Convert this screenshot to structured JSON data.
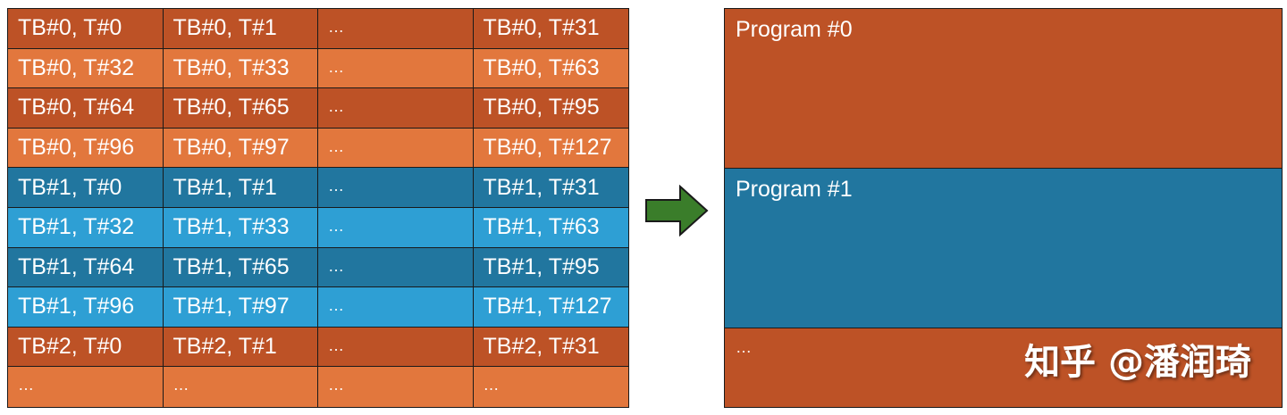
{
  "colors": {
    "dark_orange": "#bd5226",
    "light_orange": "#e2773d",
    "dark_blue": "#21769f",
    "light_blue": "#2e9fd4",
    "arrow_green": "#3a7d2a",
    "text": "#ffffff",
    "border": "#1a1a1a"
  },
  "grid": {
    "rows": [
      {
        "shade": "dark_orange",
        "cells": [
          "TB#0, T#0",
          "TB#0, T#1",
          "…",
          "TB#0, T#31"
        ]
      },
      {
        "shade": "light_orange",
        "cells": [
          "TB#0, T#32",
          "TB#0, T#33",
          "…",
          "TB#0, T#63"
        ]
      },
      {
        "shade": "dark_orange",
        "cells": [
          "TB#0, T#64",
          "TB#0, T#65",
          "…",
          "TB#0, T#95"
        ]
      },
      {
        "shade": "light_orange",
        "cells": [
          "TB#0, T#96",
          "TB#0, T#97",
          "…",
          "TB#0, T#127"
        ]
      },
      {
        "shade": "dark_blue",
        "cells": [
          "TB#1, T#0",
          "TB#1, T#1",
          "…",
          "TB#1, T#31"
        ]
      },
      {
        "shade": "light_blue",
        "cells": [
          "TB#1, T#32",
          "TB#1, T#33",
          "…",
          "TB#1, T#63"
        ]
      },
      {
        "shade": "dark_blue",
        "cells": [
          "TB#1, T#64",
          "TB#1, T#65",
          "…",
          "TB#1, T#95"
        ]
      },
      {
        "shade": "light_blue",
        "cells": [
          "TB#1, T#96",
          "TB#1, T#97",
          "…",
          "TB#1, T#127"
        ]
      },
      {
        "shade": "dark_orange",
        "cells": [
          "TB#2, T#0",
          "TB#2, T#1",
          "…",
          "TB#2, T#31"
        ]
      },
      {
        "shade": "light_orange",
        "cells": [
          "…",
          "…",
          "…",
          "…"
        ]
      }
    ]
  },
  "arrow": {
    "icon": "right-arrow-icon"
  },
  "programs": {
    "blocks": [
      {
        "label": "Program #0",
        "shade": "dark_orange"
      },
      {
        "label": "Program #1",
        "shade": "dark_blue"
      },
      {
        "label": "…",
        "shade": "dark_orange"
      }
    ]
  },
  "watermark": {
    "text": "知乎 @潘润琦"
  }
}
